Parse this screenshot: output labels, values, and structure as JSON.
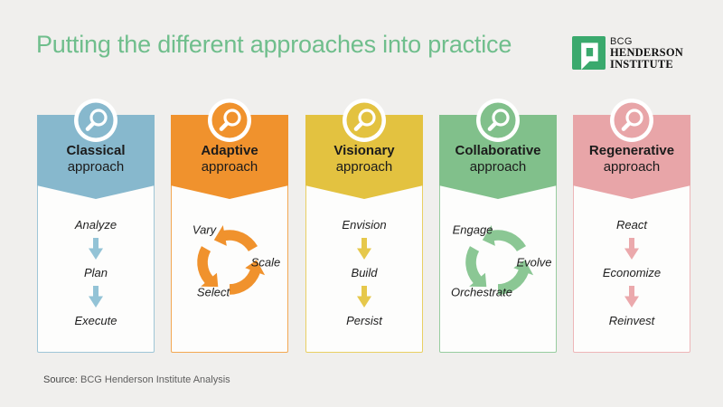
{
  "title": "Putting the different approaches into practice",
  "logo": {
    "bcg": "BCG",
    "henderson": "HENDERSON",
    "institute": "INSTITUTE"
  },
  "source": {
    "label": "Source:",
    "text": "BCG Henderson Institute Analysis"
  },
  "colors": {
    "background": "#f0efed",
    "title_green": "#6fbe8c",
    "logo_green": "#3aa96d",
    "card_bg": "#fdfdfc",
    "text_dark": "#1b1b1b",
    "source_gray": "#5f5f5f"
  },
  "icons": {
    "badge": "magnifier-icon",
    "linear_flow": "down-arrow-icon",
    "cycle_flow": "cycle-arrows-icon",
    "logo_mark": "speech-bubble-icon"
  },
  "columns": [
    {
      "id": "classical",
      "name": "Classical",
      "subtitle": "approach",
      "type": "linear",
      "color": "#87b8cd",
      "border_color": "#9fc6d7",
      "arrow_color": "#93c3d6",
      "steps": [
        "Analyze",
        "Plan",
        "Execute"
      ]
    },
    {
      "id": "adaptive",
      "name": "Adaptive",
      "subtitle": "approach",
      "type": "cycle",
      "color": "#f0922d",
      "border_color": "#f3a852",
      "arrow_color": "#f0922d",
      "steps": [
        "Vary",
        "Scale",
        "Select"
      ]
    },
    {
      "id": "visionary",
      "name": "Visionary",
      "subtitle": "approach",
      "type": "linear",
      "color": "#e3c240",
      "border_color": "#e9cf63",
      "arrow_color": "#e6c84b",
      "steps": [
        "Envision",
        "Build",
        "Persist"
      ]
    },
    {
      "id": "collaborative",
      "name": "Collaborative",
      "subtitle": "approach",
      "type": "cycle",
      "color": "#81c08b",
      "border_color": "#98cda0",
      "arrow_color": "#8bc794",
      "steps": [
        "Engage",
        "Evolve",
        "Orchestrate"
      ]
    },
    {
      "id": "regenerative",
      "name": "Regenerative",
      "subtitle": "approach",
      "type": "linear",
      "color": "#e8a5a8",
      "border_color": "#eeb6b8",
      "arrow_color": "#eba9ac",
      "steps": [
        "React",
        "Economize",
        "Reinvest"
      ]
    }
  ]
}
